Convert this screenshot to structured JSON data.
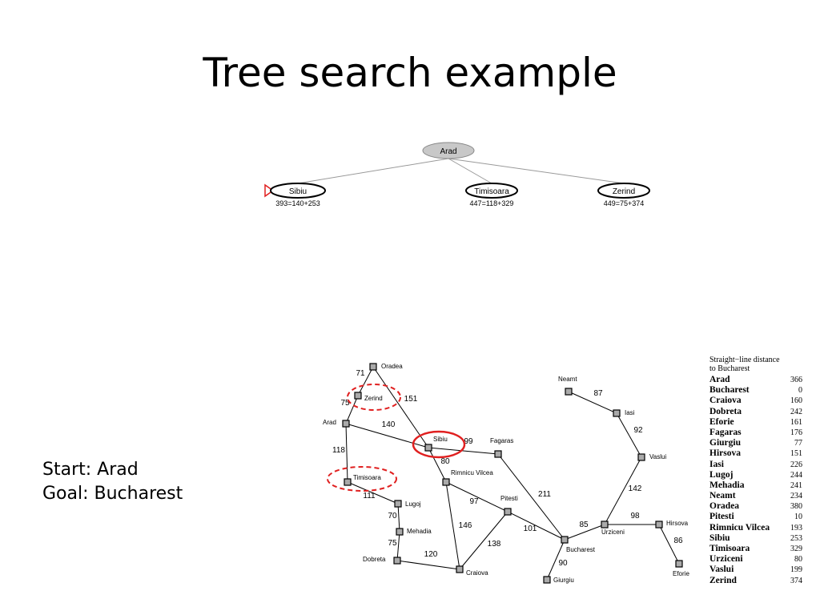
{
  "title": "Tree search example",
  "goal": {
    "start": "Start: Arad",
    "goal": "Goal: Bucharest"
  },
  "tree": {
    "root": "Arad",
    "children": [
      {
        "label": "Sibiu",
        "cost": "393=140+253",
        "selected": true
      },
      {
        "label": "Timisoara",
        "cost": "447=118+329"
      },
      {
        "label": "Zerind",
        "cost": "449=75+374"
      }
    ]
  },
  "map": {
    "cities": [
      "Oradea",
      "Zerind",
      "Arad",
      "Timisoara",
      "Lugoj",
      "Mehadia",
      "Dobreta",
      "Craiova",
      "Sibiu",
      "Fagaras",
      "Rimnicu Vilcea",
      "Pitesti",
      "Bucharest",
      "Giurgiu",
      "Urziceni",
      "Hirsova",
      "Eforie",
      "Vaslui",
      "Iasi",
      "Neamt"
    ],
    "roads": [
      {
        "from": "Oradea",
        "to": "Zerind",
        "km": "71"
      },
      {
        "from": "Zerind",
        "to": "Arad",
        "km": "75"
      },
      {
        "from": "Oradea",
        "to": "Sibiu",
        "km": "151"
      },
      {
        "from": "Arad",
        "to": "Sibiu",
        "km": "140"
      },
      {
        "from": "Arad",
        "to": "Timisoara",
        "km": "118"
      },
      {
        "from": "Timisoara",
        "to": "Lugoj",
        "km": "111"
      },
      {
        "from": "Lugoj",
        "to": "Mehadia",
        "km": "70"
      },
      {
        "from": "Mehadia",
        "to": "Dobreta",
        "km": "75"
      },
      {
        "from": "Dobreta",
        "to": "Craiova",
        "km": "120"
      },
      {
        "from": "Sibiu",
        "to": "Fagaras",
        "km": "99"
      },
      {
        "from": "Sibiu",
        "to": "Rimnicu Vilcea",
        "km": "80"
      },
      {
        "from": "Rimnicu Vilcea",
        "to": "Pitesti",
        "km": "97"
      },
      {
        "from": "Rimnicu Vilcea",
        "to": "Craiova",
        "km": "146"
      },
      {
        "from": "Craiova",
        "to": "Pitesti",
        "km": "138"
      },
      {
        "from": "Fagaras",
        "to": "Bucharest",
        "km": "211"
      },
      {
        "from": "Pitesti",
        "to": "Bucharest",
        "km": "101"
      },
      {
        "from": "Bucharest",
        "to": "Giurgiu",
        "km": "90"
      },
      {
        "from": "Bucharest",
        "to": "Urziceni",
        "km": "85"
      },
      {
        "from": "Urziceni",
        "to": "Hirsova",
        "km": "98"
      },
      {
        "from": "Hirsova",
        "to": "Eforie",
        "km": "86"
      },
      {
        "from": "Urziceni",
        "to": "Vaslui",
        "km": "142"
      },
      {
        "from": "Vaslui",
        "to": "Iasi",
        "km": "92"
      },
      {
        "from": "Iasi",
        "to": "Neamt",
        "km": "87"
      }
    ],
    "highlighted": {
      "solid": [
        "Sibiu"
      ],
      "dashed": [
        "Zerind",
        "Timisoara"
      ]
    }
  },
  "straight_line": {
    "title_line1": "Straight−line distance",
    "title_line2": "to Bucharest",
    "rows": [
      {
        "city": "Arad",
        "dist": "366"
      },
      {
        "city": "Bucharest",
        "dist": "0"
      },
      {
        "city": "Craiova",
        "dist": "160"
      },
      {
        "city": "Dobreta",
        "dist": "242"
      },
      {
        "city": "Eforie",
        "dist": "161"
      },
      {
        "city": "Fagaras",
        "dist": "176"
      },
      {
        "city": "Giurgiu",
        "dist": "77"
      },
      {
        "city": "Hirsova",
        "dist": "151"
      },
      {
        "city": "Iasi",
        "dist": "226"
      },
      {
        "city": "Lugoj",
        "dist": "244"
      },
      {
        "city": "Mehadia",
        "dist": "241"
      },
      {
        "city": "Neamt",
        "dist": "234"
      },
      {
        "city": "Oradea",
        "dist": "380"
      },
      {
        "city": "Pitesti",
        "dist": "10"
      },
      {
        "city": "Rimnicu Vilcea",
        "dist": "193"
      },
      {
        "city": "Sibiu",
        "dist": "253"
      },
      {
        "city": "Timisoara",
        "dist": "329"
      },
      {
        "city": "Urziceni",
        "dist": "80"
      },
      {
        "city": "Vaslui",
        "dist": "199"
      },
      {
        "city": "Zerind",
        "dist": "374"
      }
    ]
  },
  "colors": {
    "highlight": "#e02020",
    "root_fill": "#c8c8c8",
    "edge": "#999999",
    "map_edge": "#000000"
  }
}
